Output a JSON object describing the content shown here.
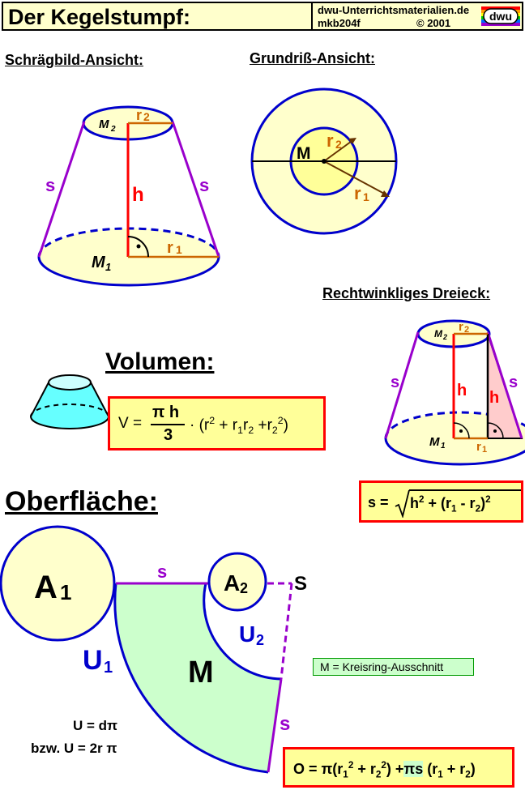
{
  "header": {
    "title": "Der Kegelstumpf:",
    "site": "dwu-Unterrichtsmaterialien.de",
    "code": "mkb204f",
    "copyright": "© 2001",
    "logo_text": "dwu"
  },
  "headings": {
    "oblique": "Schrägbild-Ansicht:",
    "plan": "Grundriß-Ansicht:",
    "triangle": "Rechtwinkliges Dreieck:",
    "volume": "Volumen:",
    "surface": "Oberfläche:"
  },
  "labels": {
    "M1": "M",
    "M1_sub": "1",
    "M2": "M",
    "M2_sub": "2",
    "r": "r",
    "one": "1",
    "two": "2",
    "h": "h",
    "s": "s",
    "M": "M",
    "S": "S",
    "A": "A",
    "U": "U"
  },
  "volume_formula": {
    "lhs": "V =",
    "numerator": "π h",
    "denominator": "3",
    "rest": "· (r",
    "t1": "2",
    "plus1": " + r",
    "t2": "1",
    "t3": "r",
    "t4": "2",
    "plus2": " +r",
    "t5": "2",
    "t6": "2",
    "close": ")"
  },
  "s_formula": {
    "lhs": "s =",
    "h": "h",
    "exp1": "2",
    "mid": " + (r",
    "one": "1",
    "minus": " - r",
    "two": "2",
    "close": ")",
    "exp2": "2"
  },
  "circumference": {
    "line1": "U = dπ",
    "line2": "bzw. U = 2r π"
  },
  "note": "M = Kreisring-Ausschnitt",
  "surface_formula": {
    "lhs": "O = π(r",
    "one": "1",
    "two": "2",
    "plus": " + r",
    "two_b": "2",
    "two_c": "2",
    "close": ") +",
    "pi_s": "πs",
    "tail": " (r",
    "one_b": "1",
    "plus2": " + r",
    "two_d": "2",
    "close2": ")"
  },
  "colors": {
    "header_bg": "#ffffcc",
    "formula_bg": "#ffff99",
    "box_border": "#ff0000",
    "base_fill": "#ffffcc",
    "inner_fill": "#ffff99",
    "circle_stroke": "#0000cc",
    "slant": "#9900cc",
    "height": "#ff0000",
    "radius": "#cc6600",
    "lateral_fill": "#ccffcc",
    "triangle_fill": "#ffcccc",
    "cup_fill": "#66ffff"
  }
}
